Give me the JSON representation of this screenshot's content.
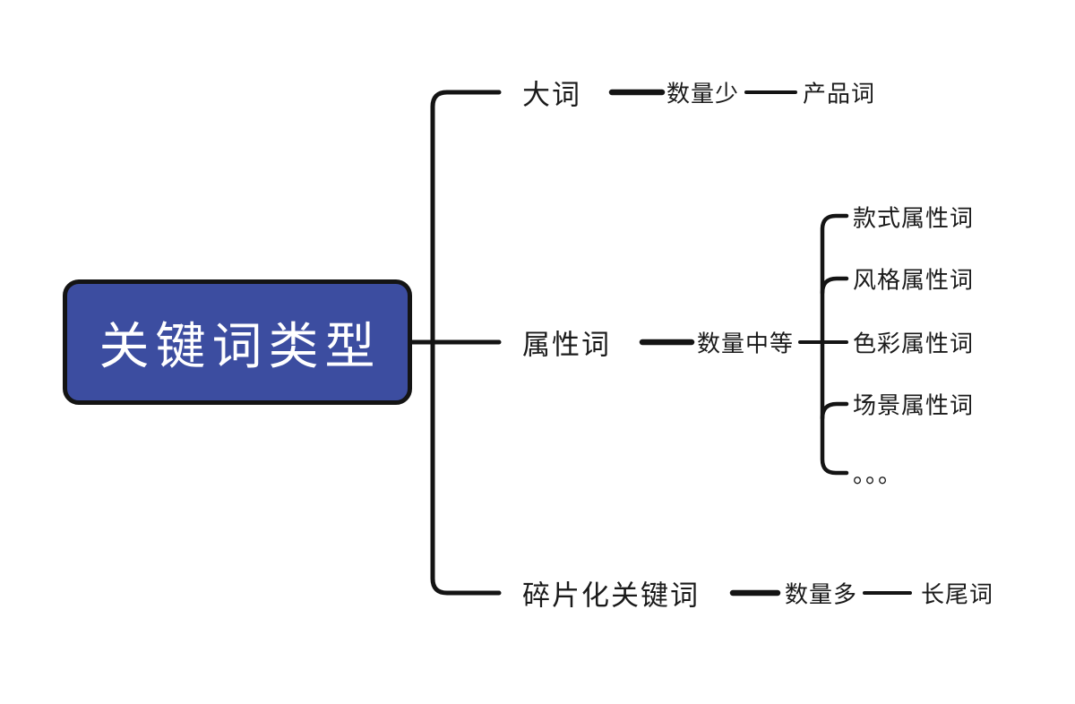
{
  "diagram": {
    "title_hint": "keyword-types-mindmap",
    "colors": {
      "background": "#ffffff",
      "line": "#141414",
      "root_fill": "#3c4da0",
      "root_border": "#141414",
      "root_text": "#ffffff",
      "node_text": "#1a1a1a"
    },
    "root": {
      "label": "关键词类型"
    },
    "branches": [
      {
        "label": "大词",
        "quantity": "数量少",
        "result": "产品词"
      },
      {
        "label": "属性词",
        "quantity": "数量中等",
        "children": [
          "款式属性词",
          "风格属性词",
          "色彩属性词",
          "场景属性词",
          "。。。"
        ]
      },
      {
        "label": "碎片化关键词",
        "quantity": "数量多",
        "result": "长尾词"
      }
    ]
  }
}
